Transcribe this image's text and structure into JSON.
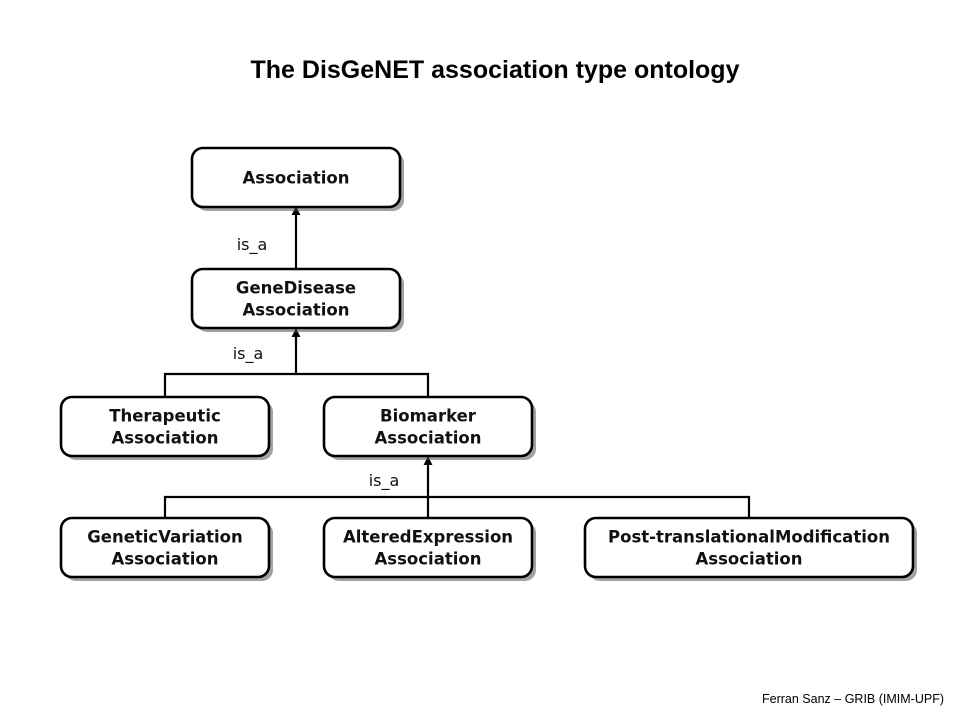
{
  "title": "The DisGeNET association type ontology",
  "footer": "Ferran Sanz – GRIB (IMIM-UPF)",
  "diagram": {
    "nodes": [
      {
        "id": "association",
        "lines": [
          "Association"
        ]
      },
      {
        "id": "genedisease",
        "lines": [
          "GeneDisease",
          "Association"
        ]
      },
      {
        "id": "therapeutic",
        "lines": [
          "Therapeutic",
          "Association"
        ]
      },
      {
        "id": "biomarker",
        "lines": [
          "Biomarker",
          "Association"
        ]
      },
      {
        "id": "geneticvariation",
        "lines": [
          "GeneticVariation",
          "Association"
        ]
      },
      {
        "id": "alteredexpression",
        "lines": [
          "AlteredExpression",
          "Association"
        ]
      },
      {
        "id": "posttranslational",
        "lines": [
          "Post-translationalModification",
          "Association"
        ]
      }
    ],
    "edges": [
      {
        "from": "genedisease",
        "to": "association",
        "label": "is_a"
      },
      {
        "from": "therapeutic",
        "to": "genedisease",
        "label": "is_a"
      },
      {
        "from": "biomarker",
        "to": "genedisease",
        "label": ""
      },
      {
        "from": "geneticvariation",
        "to": "biomarker",
        "label": "is_a"
      },
      {
        "from": "alteredexpression",
        "to": "biomarker",
        "label": ""
      },
      {
        "from": "posttranslational",
        "to": "biomarker",
        "label": ""
      }
    ]
  }
}
